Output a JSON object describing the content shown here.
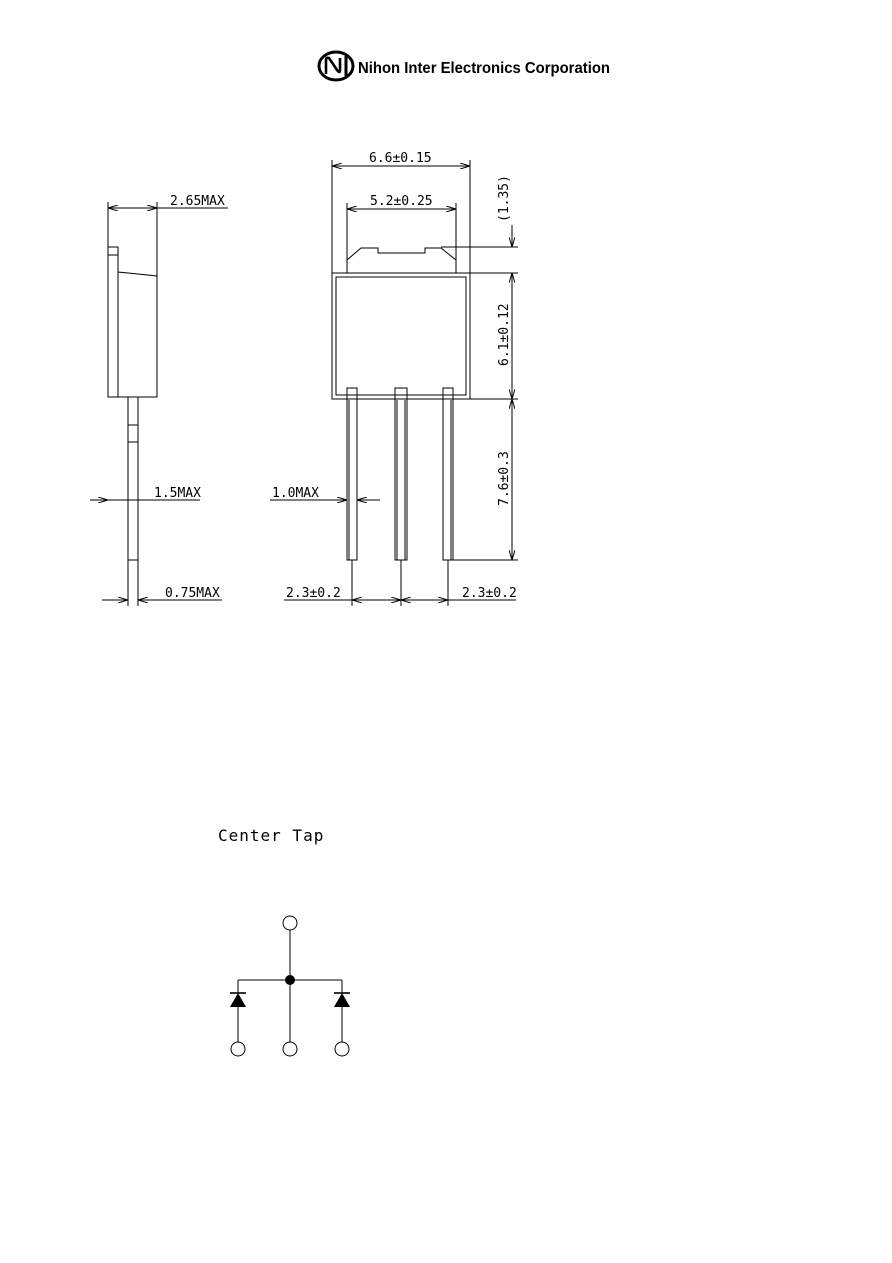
{
  "header": {
    "company": "Nihon Inter Electronics Corporation"
  },
  "side_view": {
    "dims": {
      "body_thickness": "2.65MAX",
      "lead_width": "1.5MAX",
      "lead_thickness": "0.75MAX"
    }
  },
  "front_view": {
    "dims": {
      "overall_width": "6.6±0.15",
      "tab_width": "5.2±0.25",
      "tab_height": "(1.35)",
      "body_height": "6.1±0.12",
      "lead_length": "7.6±0.3",
      "lead_width": "1.0MAX",
      "pitch_left": "2.3±0.2",
      "pitch_right": "2.3±0.2"
    }
  },
  "schematic": {
    "title": "Center Tap"
  }
}
